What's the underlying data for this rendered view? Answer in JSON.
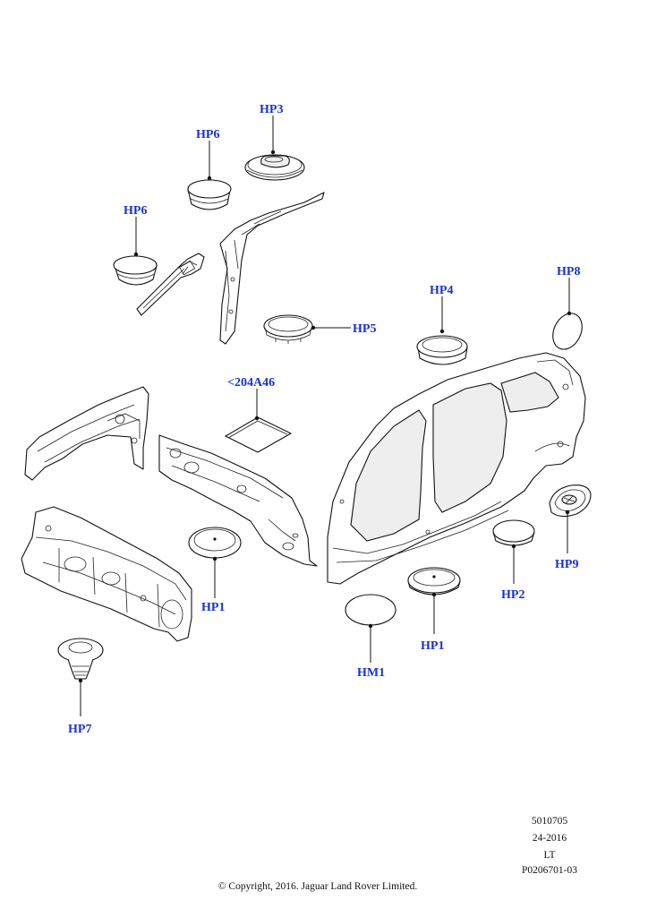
{
  "callouts": {
    "hp3": "HP3",
    "hp6_top": "HP6",
    "hp6_left": "HP6",
    "hp8": "HP8",
    "hp4": "HP4",
    "hp5": "HP5",
    "ref": "<204A46",
    "hp1_left": "HP1",
    "hp1_right": "HP1",
    "hm1": "HM1",
    "hp2": "HP2",
    "hp9": "HP9",
    "hp7": "HP7"
  },
  "footer": {
    "line1": "5010705",
    "line2": "24-2016",
    "line3": "LT",
    "line4": "P0206701-03",
    "copyright": "© Copyright, 2016. Jaguar Land Rover Limited."
  },
  "colors": {
    "callout": "#1a33cc",
    "line": "#111111"
  }
}
